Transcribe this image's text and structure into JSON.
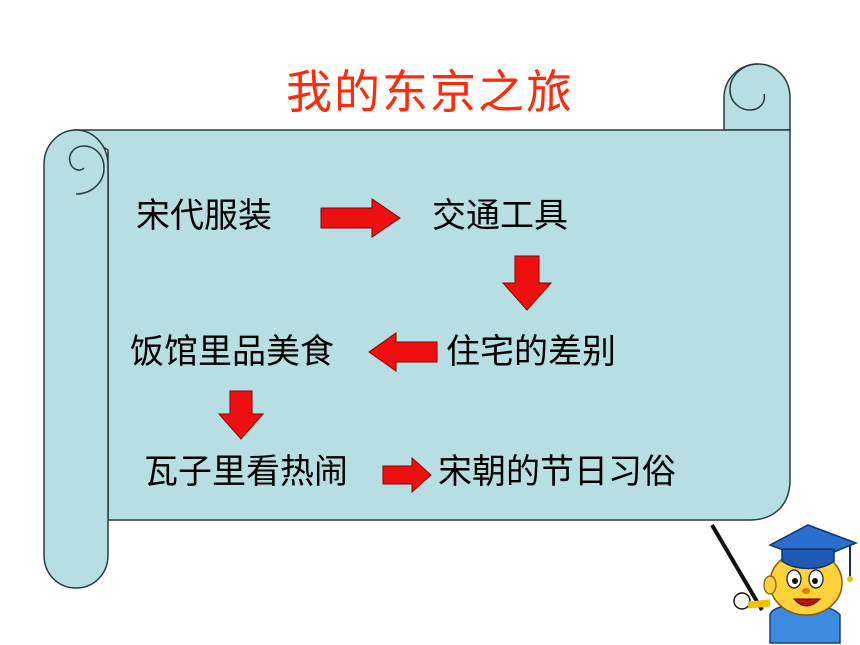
{
  "slide": {
    "title": "我的东京之旅",
    "colors": {
      "title": "#ff2a0a",
      "scroll_fill": "#b7dfe3",
      "scroll_stroke": "#2b3a3c",
      "arrow": "#ee1010"
    },
    "flow": {
      "items": [
        "宋代服装",
        "交通工具",
        "住宅的差别",
        "饭馆里品美食",
        "瓦子里看热闹",
        "宋朝的节日习俗"
      ],
      "arrows": [
        "right",
        "down",
        "left",
        "down",
        "right"
      ]
    },
    "mascot": {
      "icon": "scholar-boy-with-pointer-icon"
    }
  }
}
